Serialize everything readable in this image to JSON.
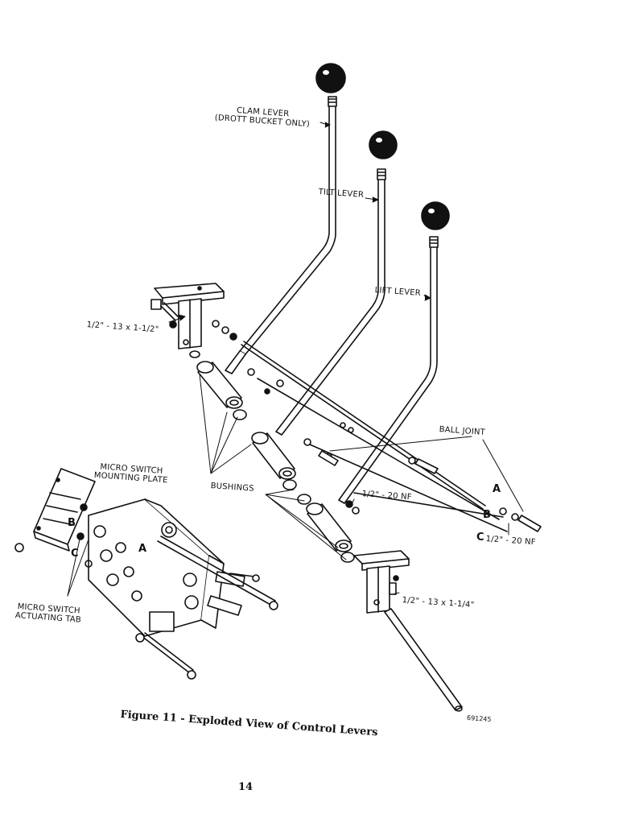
{
  "figure": {
    "caption": "Figure 11 - Exploded View of Control Levers",
    "part_number": "691245",
    "page_number": "14"
  },
  "labels": {
    "clam_lever_line1": "CLAM LEVER",
    "clam_lever_line2": "(DROTT BUCKET ONLY)",
    "tilt_lever": "TILT LEVER",
    "lift_lever": "LIFT LEVER",
    "bolt_upper": "1/2\" - 13 x 1-1/2\"",
    "bolt_lower": "1/2\" - 13 x 1-1/4\"",
    "ball_joint": "BALL JOINT",
    "nut_nf_1": "1/2\" - 20 NF",
    "nut_nf_2": "1/2\" - 20 NF",
    "bushings": "BUSHINGS",
    "micro_plate_line1": "MICRO SWITCH",
    "micro_plate_line2": "MOUNTING PLATE",
    "micro_tab_line1": "MICRO SWITCH",
    "micro_tab_line2": "ACTUATING TAB"
  },
  "letters": {
    "a_right": "A",
    "b_right": "B",
    "c_right": "C",
    "a_left": "A",
    "b_left": "B",
    "c_left": "C"
  }
}
